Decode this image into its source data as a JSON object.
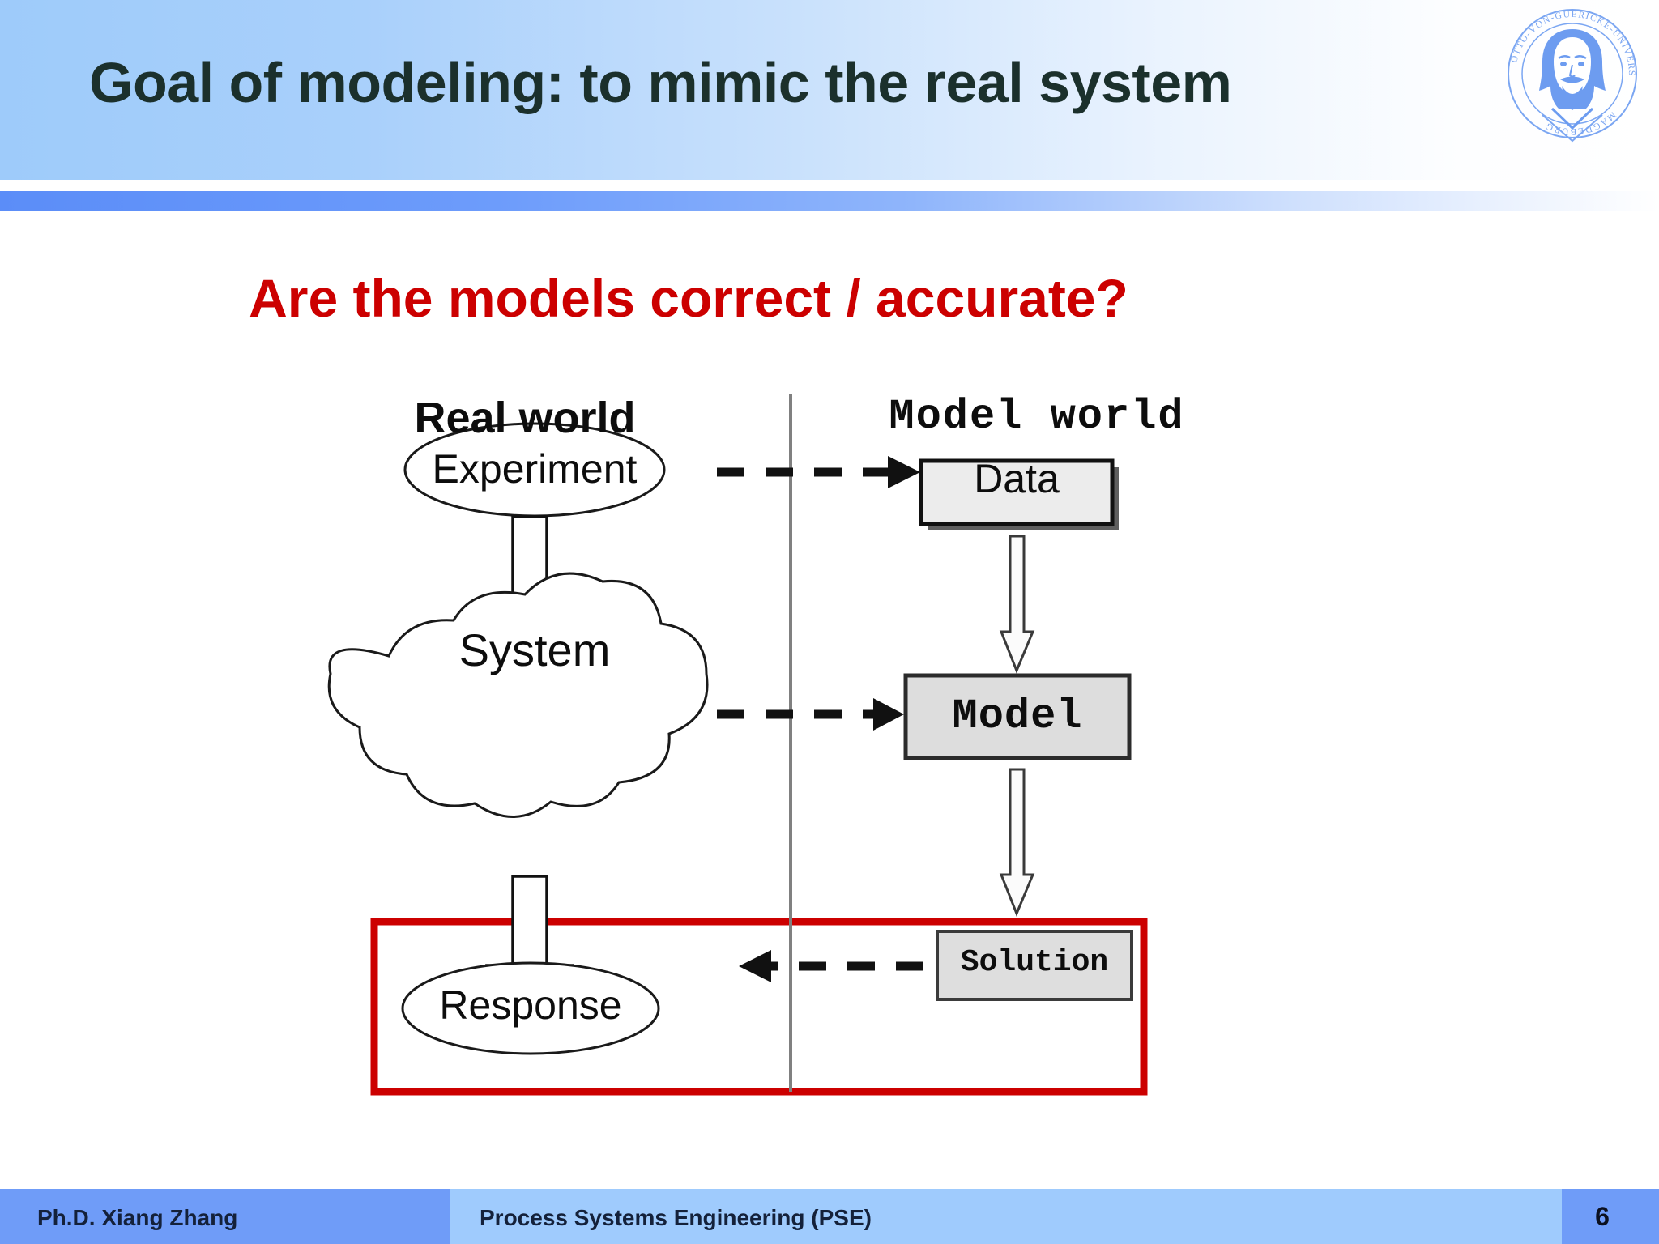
{
  "slide": {
    "title": "Goal of modeling: to mimic the real system",
    "question": "Are the models correct / accurate?",
    "accent_red": "#cc0000",
    "header_blue": "#9ecbfa",
    "footer_blue_dark": "#6f9cf8",
    "footer_blue_light": "#9fcbfd"
  },
  "logo": {
    "name": "otto-von-guericke-universitaet-magdeburg-seal",
    "ring_text_top": "OTTO-VON-GUERICKE-UNIVERSITÄT",
    "ring_text_bottom": "MAGDEBURG",
    "color": "#6d9cf0"
  },
  "diagram": {
    "columns": [
      {
        "id": "real",
        "heading": "Real world"
      },
      {
        "id": "model",
        "heading": "Model world"
      }
    ],
    "divider": {
      "name": "world-divider-line",
      "color": "#808080"
    },
    "nodes": [
      {
        "id": "experiment",
        "label": "Experiment",
        "shape": "ellipse",
        "column": "real"
      },
      {
        "id": "system",
        "label": "System",
        "shape": "cloud",
        "column": "real"
      },
      {
        "id": "response",
        "label": "Response",
        "shape": "ellipse",
        "column": "real"
      },
      {
        "id": "data",
        "label": "Data",
        "shape": "box",
        "column": "model",
        "fill": "#ececec"
      },
      {
        "id": "model",
        "label": "Model",
        "shape": "box",
        "column": "model",
        "fill": "#d9d9d9"
      },
      {
        "id": "solution",
        "label": "Solution",
        "shape": "box",
        "column": "model",
        "fill": "#dedede"
      }
    ],
    "edges": [
      {
        "id": "experiment-to-data",
        "from": "experiment",
        "to": "data",
        "style": "dashed",
        "direction": "right"
      },
      {
        "id": "experiment-to-system",
        "from": "experiment",
        "to": "system",
        "style": "block-arrow",
        "direction": "down"
      },
      {
        "id": "system-to-model",
        "from": "system",
        "to": "model",
        "style": "dashed",
        "direction": "right"
      },
      {
        "id": "data-to-model",
        "from": "data",
        "to": "model",
        "style": "thin-outline-arrow",
        "direction": "down"
      },
      {
        "id": "system-to-response",
        "from": "system",
        "to": "response",
        "style": "block-arrow",
        "direction": "down"
      },
      {
        "id": "model-to-solution",
        "from": "model",
        "to": "solution",
        "style": "thin-outline-arrow",
        "direction": "down"
      },
      {
        "id": "solution-to-response",
        "from": "solution",
        "to": "response",
        "style": "dashed",
        "direction": "left"
      }
    ],
    "highlight_box": {
      "name": "validation-highlight-box",
      "color": "#cc0000"
    }
  },
  "footer": {
    "author": "Ph.D. Xiang Zhang",
    "course": "Process Systems Engineering (PSE)",
    "page": "6"
  }
}
